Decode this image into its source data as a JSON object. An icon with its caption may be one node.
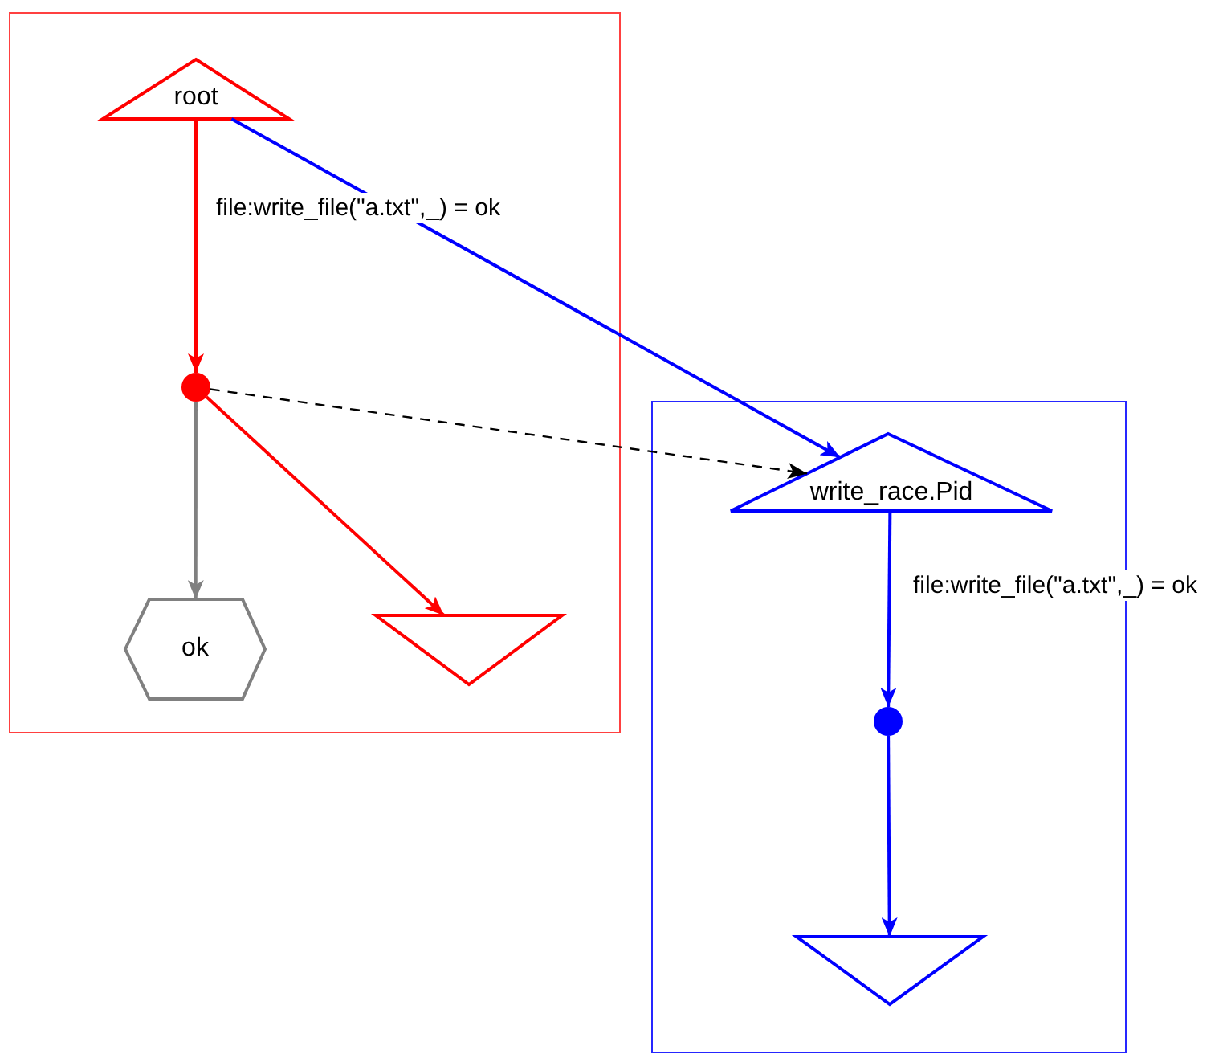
{
  "diagram": {
    "nodes": [
      {
        "text": [],
        "shape": "box"
      },
      {
        "text": [
          "root"
        ],
        "in": 0
      },
      {
        "text": [],
        "shape": "circle",
        "in": 0
      },
      {
        "text": [
          "ok"
        ],
        "in": 0
      },
      {
        "text": [],
        "shape": "triangle",
        "in": 0
      },
      {
        "text": [],
        "shape": "box"
      },
      {
        "text": [
          "write_race.Pid"
        ],
        "in": 5
      },
      {
        "text": [],
        "shape": "circle",
        "in": 5
      },
      {
        "text": [],
        "shape": "triangle",
        "in": 5
      }
    ],
    "edges": [
      {
        "from": 1,
        "to": 2,
        "arrow": "to",
        "label": "file:write_file(\"a.txt\",_) = ok",
        "color": "#ff0000"
      },
      {
        "from": 2,
        "to": 3,
        "arrow": "to",
        "color": "#808080"
      },
      {
        "from": 2,
        "to": 4,
        "arrow": "to",
        "color": "#ff0000"
      },
      {
        "from": 1,
        "to": 6,
        "arrow": "to",
        "color": "#0000ff"
      },
      {
        "from": 2,
        "to": 6,
        "arrow": "to",
        "style": "dashed",
        "color": "#000000"
      },
      {
        "from": 6,
        "to": 7,
        "arrow": "to",
        "label": "file:write_file(\"a.txt\",_) = ok",
        "color": "#0000ff"
      },
      {
        "from": 7,
        "to": 8,
        "arrow": "to",
        "color": "#0000ff"
      }
    ]
  }
}
